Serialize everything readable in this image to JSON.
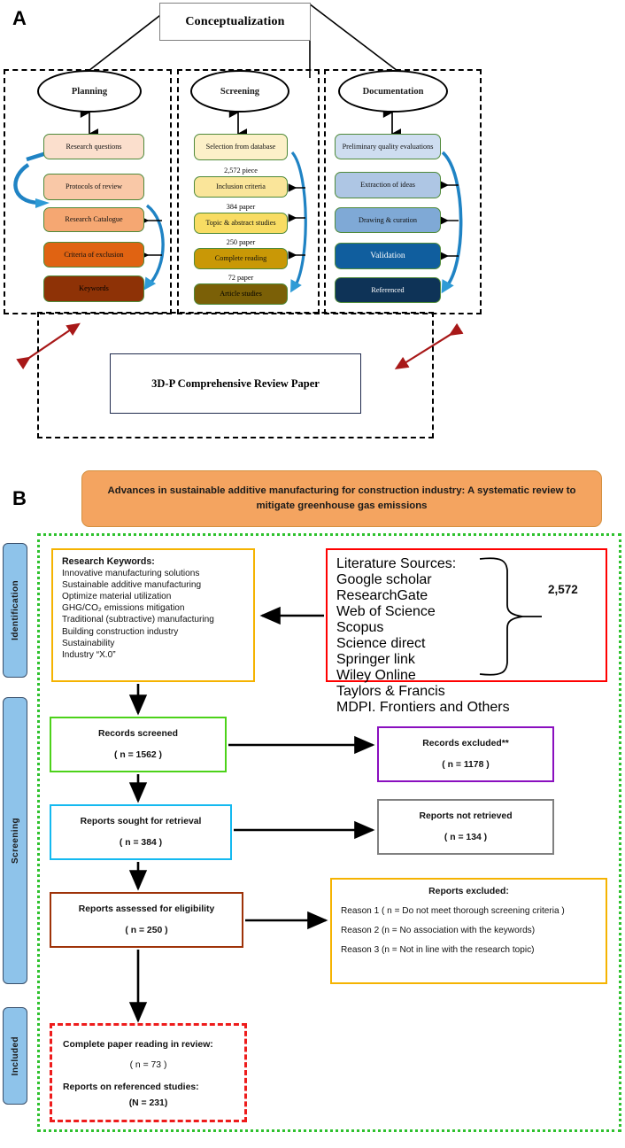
{
  "panels": {
    "a_letter": "A",
    "b_letter": "B"
  },
  "panel_a": {
    "root": "Conceptualization",
    "groups": [
      {
        "title": "Planning",
        "items": [
          {
            "label": "Research questions",
            "color": "#FBDFCD",
            "text": "dark"
          },
          {
            "label": "Protocols of review",
            "color": "#F9C8A7",
            "text": "dark"
          },
          {
            "label": "Research Catalogue",
            "color": "#F5A772",
            "text": "dark"
          },
          {
            "label": "Criteria of exclusion",
            "color": "#E06312",
            "text": "dark"
          },
          {
            "label": "Keywords",
            "color": "#8E3206",
            "text": "dark"
          }
        ],
        "counts": []
      },
      {
        "title": "Screening",
        "items": [
          {
            "label": "Selection from database",
            "color": "#FCF0C8",
            "text": "dark"
          },
          {
            "label": "Inclusion criteria",
            "color": "#FAE59A",
            "text": "dark"
          },
          {
            "label": "Topic & abstract studies",
            "color": "#F8DC63",
            "text": "dark"
          },
          {
            "label": "Complete reading",
            "color": "#C99806",
            "text": "dark"
          },
          {
            "label": "Article studies",
            "color": "#7B6007",
            "text": "dark"
          }
        ],
        "counts": [
          "2,572 piece",
          "384 paper",
          "250 paper",
          "72 paper"
        ]
      },
      {
        "title": "Documentation",
        "items": [
          {
            "label": "Preliminary quality evaluations",
            "color": "#CEDDF0",
            "text": "dark"
          },
          {
            "label": "Extraction of ideas",
            "color": "#AEC6E4",
            "text": "dark"
          },
          {
            "label": "Drawing & curation",
            "color": "#7FA9D6",
            "text": "dark"
          },
          {
            "label": "Validation",
            "color": "#105E9E",
            "text": "light"
          },
          {
            "label": "Referenced",
            "color": "#0E3357",
            "text": "light"
          }
        ],
        "counts": []
      }
    ],
    "review_paper": "3D-P Comprehensive Review Paper"
  },
  "panel_b": {
    "title": "Advances in sustainable additive manufacturing for construction industry: A systematic review to mitigate greenhouse gas emissions",
    "stage_labels": [
      "Identification",
      "Screening",
      "Included"
    ],
    "keywords_box": {
      "heading": "Research Keywords:",
      "items": [
        "Innovative manufacturing solutions",
        "Sustainable additive manufacturing",
        "Optimize material utilization",
        "GHG/CO₂ emissions mitigation",
        "Traditional (subtractive) manufacturing",
        "Building construction industry",
        "Sustainability",
        "Industry “X.0”"
      ],
      "border_color": "#F5B301"
    },
    "sources_box": {
      "heading": "Literature Sources:",
      "items": [
        "Google scholar",
        "ResearchGate",
        "Web of Science",
        "Scopus",
        "Science direct",
        "Springer link",
        "Wiley Online",
        "Taylors & Francis",
        "MDPI. Frontiers and Others"
      ],
      "total": "2,572",
      "border_color": "#FF0000"
    },
    "records_screened": {
      "title": "Records screened",
      "count": "( n = 1562 )",
      "border_color": "#4CD219"
    },
    "records_excluded": {
      "title": "Records excluded**",
      "count": "( n = 1178 )",
      "border_color": "#8A0FBF"
    },
    "reports_sought": {
      "title": "Reports sought for retrieval",
      "count": "( n = 384 )",
      "border_color": "#14B9F0"
    },
    "reports_not_retrieved": {
      "title": "Reports not retrieved",
      "count": "( n = 134 )",
      "border_color": "#808080"
    },
    "reports_assessed": {
      "title": "Reports assessed for eligibility",
      "count": "( n = 250 )",
      "border_color": "#9E3208"
    },
    "reports_excluded": {
      "heading": "Reports excluded:",
      "reasons": [
        "Reason 1 ( n = Do not meet thorough screening criteria )",
        "Reason 2 (n = No association with the keywords)",
        "Reason 3 (n = Not in line with the research topic)"
      ],
      "border_color": "#F5B301"
    },
    "included_box": {
      "line1": "Complete paper reading in review:",
      "line2": "( n = 73 )",
      "line3": "Reports on referenced studies:",
      "line4": "(N = 231)",
      "border_color": "#EE1C1C"
    },
    "frame_color": "#2EC12E",
    "title_bg": "#F4A460"
  }
}
